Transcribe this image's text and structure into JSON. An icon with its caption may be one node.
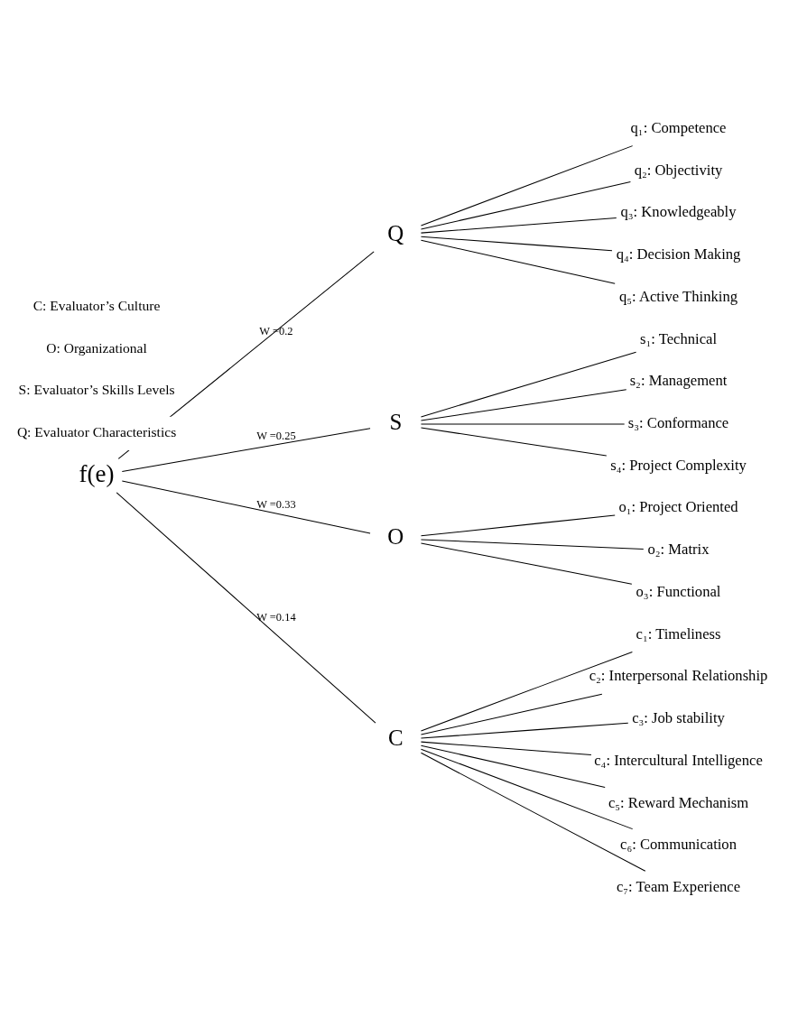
{
  "diagram": {
    "nodes": [
      {
        "text": [
          "f(e)"
        ]
      },
      {
        "text": [
          "Q"
        ]
      },
      {
        "text": [
          "q₁: Competence"
        ]
      },
      {
        "text": [
          "q₂: Objectivity"
        ]
      },
      {
        "text": [
          "q₃: Knowledgeably"
        ]
      },
      {
        "text": [
          "q₄: Decision Making"
        ]
      },
      {
        "text": [
          "q₅: Active Thinking"
        ]
      },
      {
        "text": [
          "S"
        ]
      },
      {
        "text": [
          "s₁: Technical"
        ]
      },
      {
        "text": [
          "s₂: Management"
        ]
      },
      {
        "text": [
          "s₃: Conformance"
        ]
      },
      {
        "text": [
          "s₄: Project Complexity"
        ]
      },
      {
        "text": [
          "O"
        ]
      },
      {
        "text": [
          "o₁: Project Oriented"
        ]
      },
      {
        "text": [
          "o₂: Matrix"
        ]
      },
      {
        "text": [
          "o₃: Functional"
        ]
      },
      {
        "text": [
          "C"
        ]
      },
      {
        "text": [
          "c₁: Timeliness"
        ]
      },
      {
        "text": [
          "c₂: Interpersonal Relationship"
        ]
      },
      {
        "text": [
          "c₃: Job stability"
        ]
      },
      {
        "text": [
          "c₄: Intercultural Intelligence"
        ]
      },
      {
        "text": [
          "c₅: Reward Mechanism"
        ]
      },
      {
        "text": [
          "c₆: Communication"
        ]
      },
      {
        "text": [
          "c₇: Team Experience"
        ]
      }
    ],
    "edges": [
      {
        "from": 0,
        "to": 1,
        "arrow": "none",
        "label": "W =0.2"
      },
      {
        "from": 0,
        "to": 7,
        "arrow": "none",
        "label": "W =0.25"
      },
      {
        "from": 0,
        "to": 12,
        "arrow": "none",
        "label": "W =0.33"
      },
      {
        "from": 0,
        "to": 16,
        "arrow": "none",
        "label": "W =0.14"
      },
      {
        "from": 1,
        "to": 2,
        "arrow": "none"
      },
      {
        "from": 1,
        "to": 3,
        "arrow": "none"
      },
      {
        "from": 1,
        "to": 4,
        "arrow": "none"
      },
      {
        "from": 1,
        "to": 5,
        "arrow": "none"
      },
      {
        "from": 1,
        "to": 6,
        "arrow": "none"
      },
      {
        "from": 7,
        "to": 8,
        "arrow": "none"
      },
      {
        "from": 7,
        "to": 9,
        "arrow": "none"
      },
      {
        "from": 7,
        "to": 10,
        "arrow": "none"
      },
      {
        "from": 7,
        "to": 11,
        "arrow": "none"
      },
      {
        "from": 12,
        "to": 13,
        "arrow": "none"
      },
      {
        "from": 12,
        "to": 14,
        "arrow": "none"
      },
      {
        "from": 12,
        "to": 15,
        "arrow": "none"
      },
      {
        "from": 16,
        "to": 17,
        "arrow": "none"
      },
      {
        "from": 16,
        "to": 18,
        "arrow": "none"
      },
      {
        "from": 16,
        "to": 19,
        "arrow": "none"
      },
      {
        "from": 16,
        "to": 20,
        "arrow": "none"
      },
      {
        "from": 16,
        "to": 21,
        "arrow": "none"
      },
      {
        "from": 16,
        "to": 22,
        "arrow": "none"
      },
      {
        "from": 16,
        "to": 23,
        "arrow": "none"
      }
    ],
    "labels": [
      "Q: Evaluator Characteristics",
      "S: Evaluator’s Skills Levels",
      "O: Organizational",
      "C: Evaluator’s Culture"
    ]
  }
}
